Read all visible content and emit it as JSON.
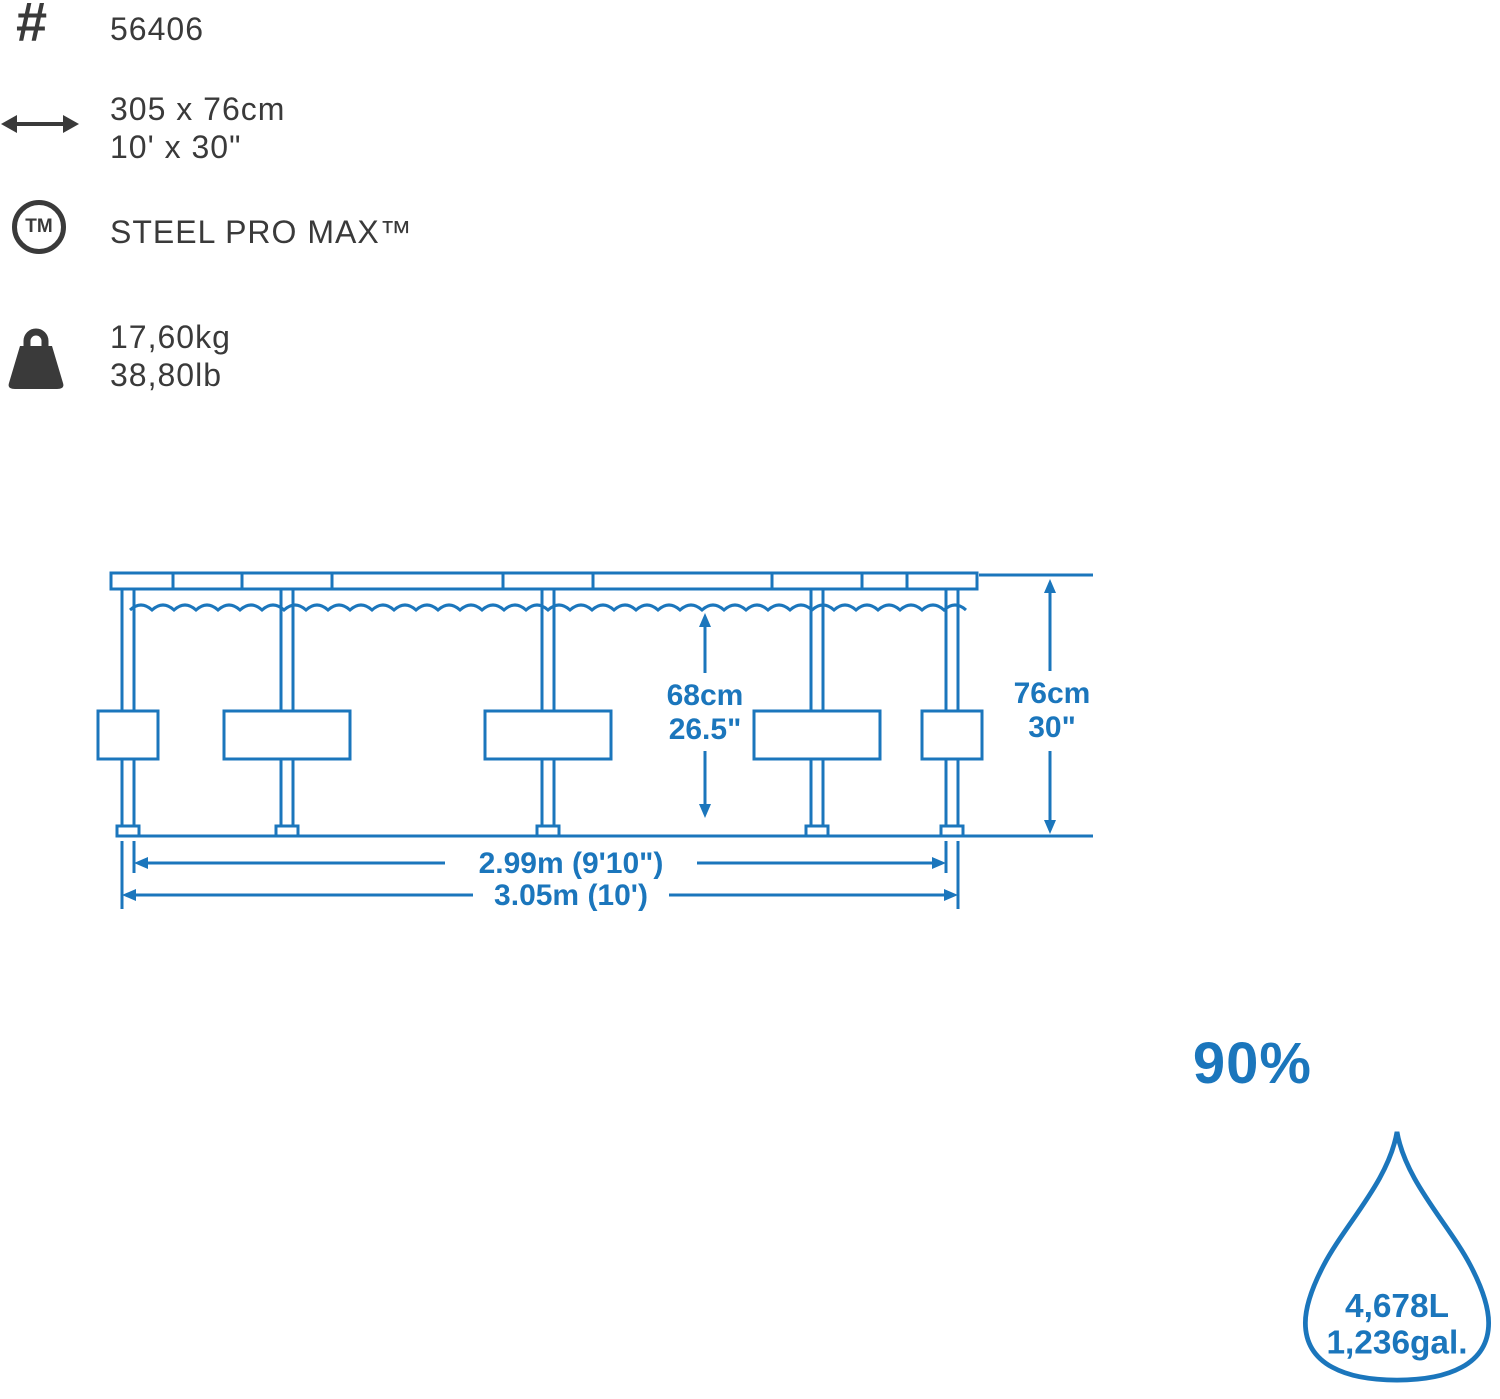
{
  "colors": {
    "blue": "#1b76bc",
    "dark": "#3a3a3a"
  },
  "specs": {
    "item_number": "56406",
    "size_metric": "305 x 76cm",
    "size_imperial": "10' x 30\"",
    "brand": "STEEL PRO MAX™",
    "weight_metric": "17,60kg",
    "weight_imperial": "38,80lb",
    "tm_badge": "TM",
    "hash_glyph": "#"
  },
  "diagram": {
    "water_depth_metric": "68cm",
    "water_depth_imperial": "26.5\"",
    "pool_height_metric": "76cm",
    "pool_height_imperial": "30\"",
    "inner_diameter": "2.99m (9'10\")",
    "outer_diameter": "3.05m (10')"
  },
  "capacity": {
    "fill_percent": "90%",
    "volume_liters": "4,678L",
    "volume_gallons": "1,236gal."
  }
}
